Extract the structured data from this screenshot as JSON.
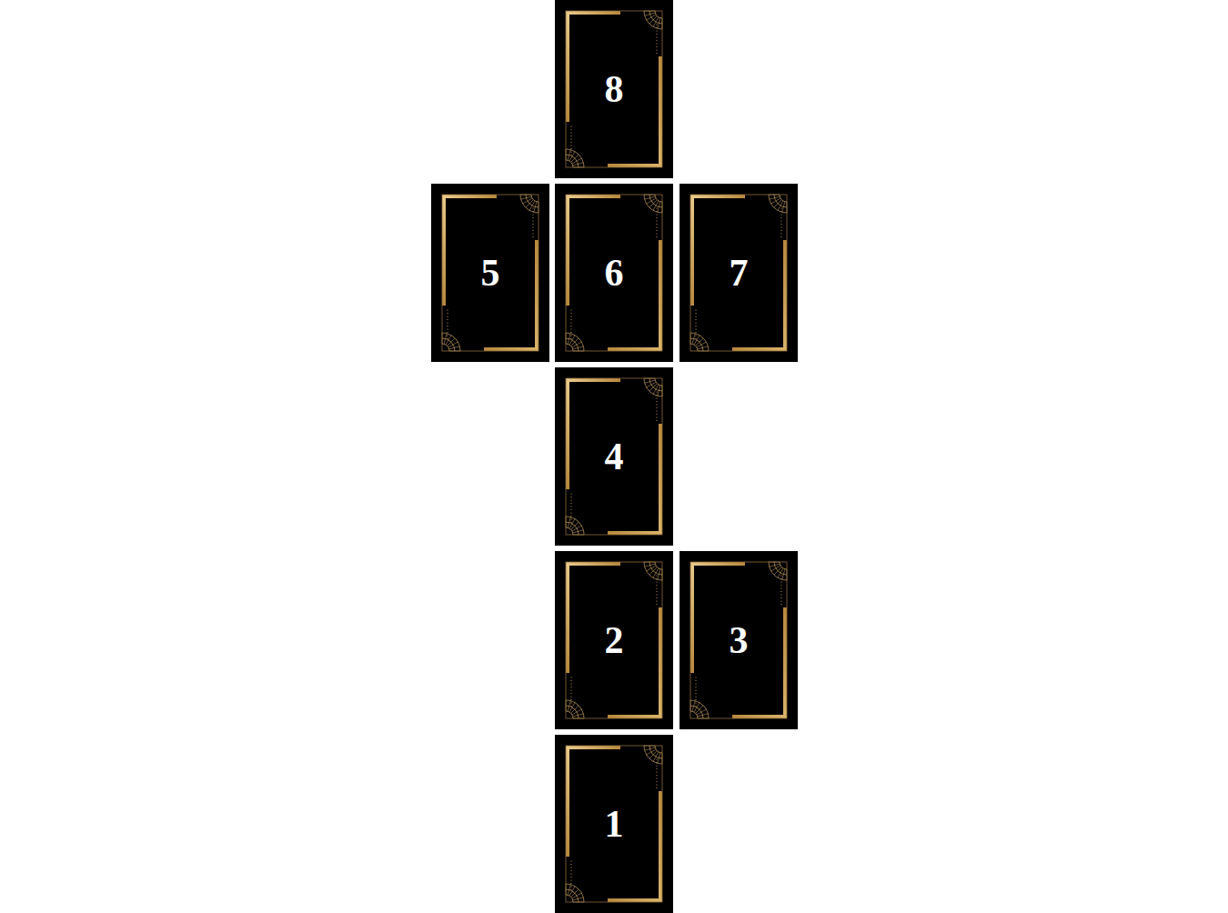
{
  "diagram": {
    "nodes": [
      {
        "text": [
          "8"
        ]
      },
      {
        "text": [
          "5"
        ]
      },
      {
        "text": [
          "6"
        ]
      },
      {
        "text": [
          "7"
        ]
      },
      {
        "text": [
          "4"
        ]
      },
      {
        "text": [
          "2"
        ]
      },
      {
        "text": [
          "3"
        ]
      },
      {
        "text": [
          "1"
        ]
      }
    ]
  }
}
